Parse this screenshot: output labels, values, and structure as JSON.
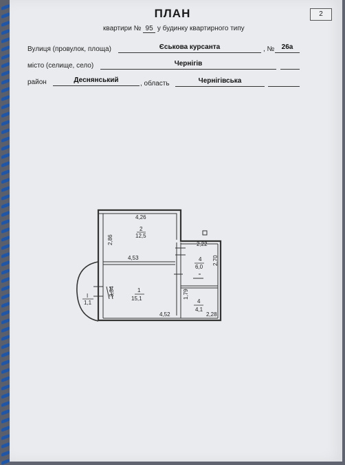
{
  "page_number": "2",
  "title": "ПЛАН",
  "subtitle": {
    "prefix": "квартири №",
    "apartment_no": "95",
    "suffix": "у будинку квартирного типу"
  },
  "address": {
    "street_label": "Вулиця (провулок, площа)",
    "street_value": "Єськова курсанта",
    "number_label": ", №",
    "number_value": "26а",
    "city_label": "місто (селище, село)",
    "city_value": "Чернігів",
    "district_label": "район",
    "district_value": "Деснянський",
    "region_label": ", область",
    "region_value": "Чернігівська"
  },
  "floorplan": {
    "room2": {
      "number": "2",
      "area": "12,5"
    },
    "room1": {
      "number": "1",
      "area": "15,1"
    },
    "room4a": {
      "number": "4",
      "area": "6,0"
    },
    "room4b": {
      "number": "4",
      "area": "4,1"
    },
    "balcony": {
      "number": "I",
      "area": "1,1"
    },
    "dims": {
      "top": "4,26",
      "left_upper": "2,86",
      "mid": "4,53",
      "left_lower": "3,34",
      "bottom": "4,52",
      "hall_top": "2,22",
      "hall_right": "2,70",
      "bath_left": "1,79",
      "bath_bottom": "2,28"
    }
  }
}
